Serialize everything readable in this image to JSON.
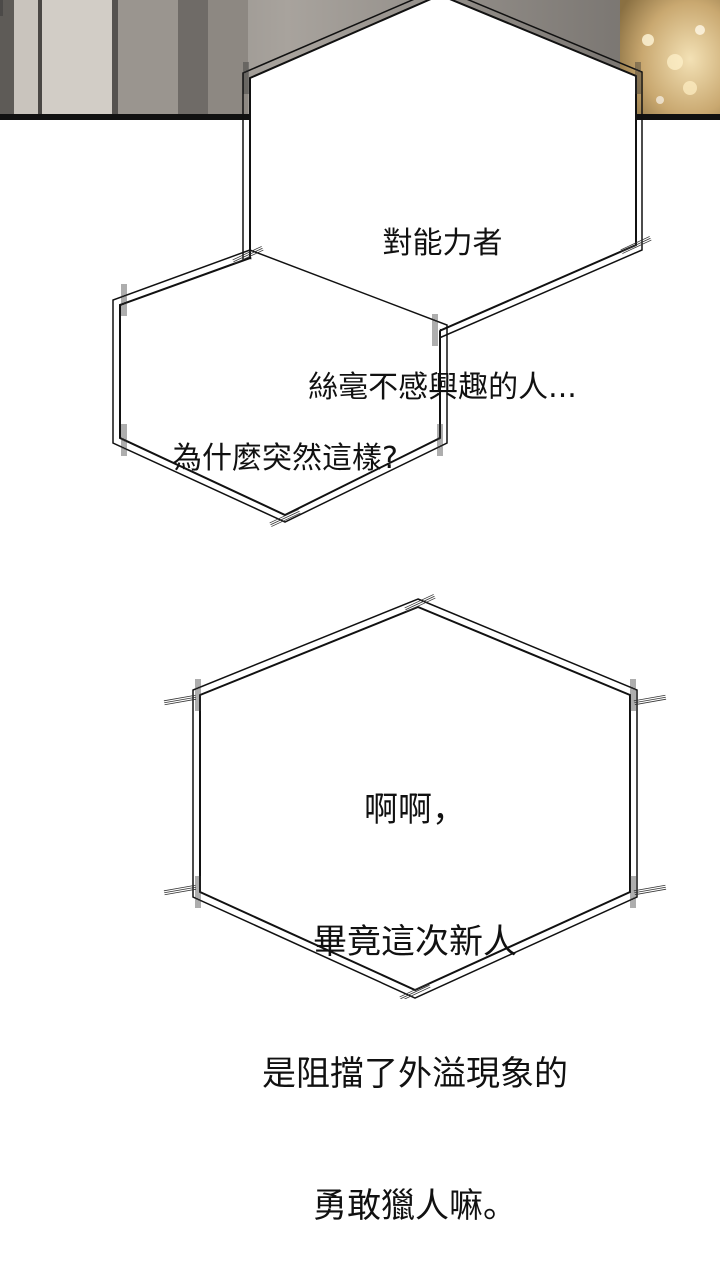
{
  "panel": {
    "background_color": "#ffffff",
    "ink_color": "#111111"
  },
  "bubbles": [
    {
      "id": "bubble-top",
      "lines": [
        "對能力者",
        "絲毫不感興趣的人..."
      ]
    },
    {
      "id": "bubble-middle",
      "lines": [
        "為什麼突然這樣?"
      ]
    },
    {
      "id": "bubble-bottom",
      "lines": [
        "啊啊，",
        "畢竟這次新人",
        "是阻擋了外溢現象的",
        "勇敢獵人嘛。"
      ]
    }
  ]
}
